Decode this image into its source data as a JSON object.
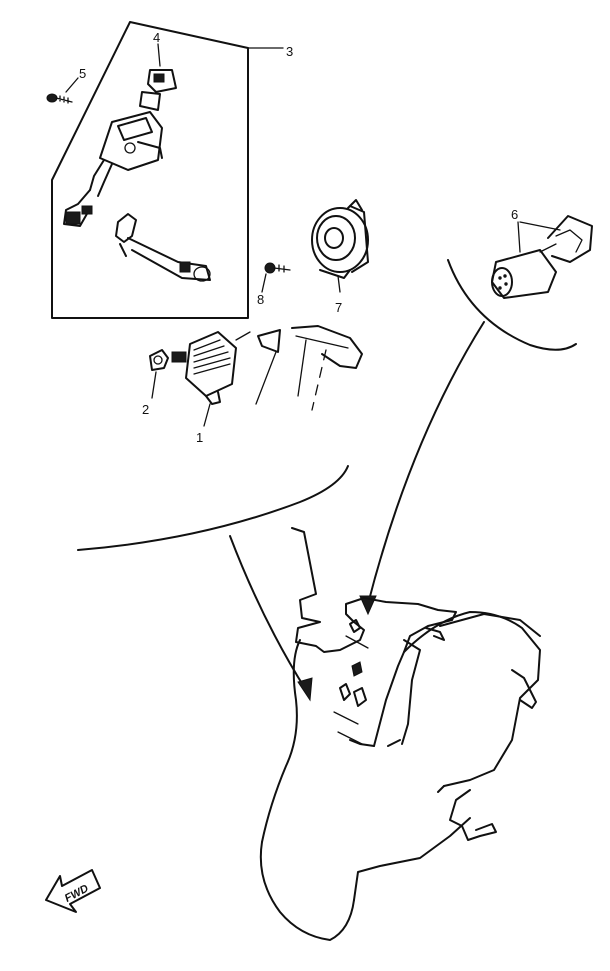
{
  "diagram": {
    "callouts": [
      {
        "id": "1",
        "label": "1"
      },
      {
        "id": "2",
        "label": "2"
      },
      {
        "id": "3",
        "label": "3"
      },
      {
        "id": "4",
        "label": "4"
      },
      {
        "id": "5",
        "label": "5"
      },
      {
        "id": "6",
        "label": "6"
      },
      {
        "id": "7",
        "label": "7"
      },
      {
        "id": "8",
        "label": "8"
      }
    ],
    "fwd_label": "FWD"
  },
  "colors": {
    "ink": "#111111",
    "paper": "#ffffff"
  }
}
